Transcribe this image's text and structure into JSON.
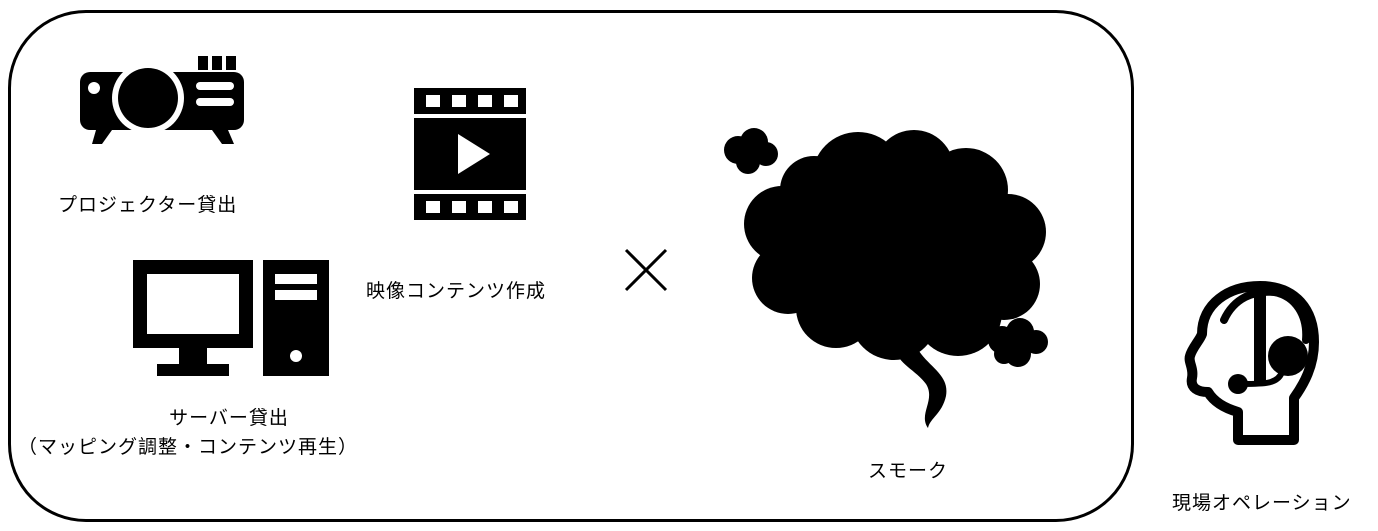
{
  "projector": {
    "icon": "projector-icon",
    "label": "プロジェクター貸出"
  },
  "video": {
    "icon": "film-play-icon",
    "label": "映像コンテンツ作成"
  },
  "server": {
    "icon": "desktop-computer-icon",
    "label_line1": "サーバー貸出",
    "label_line2": "（マッピング調整・コンテンツ再生）"
  },
  "operator": {
    "icon": "times-icon"
  },
  "smoke": {
    "icon": "smoke-cloud-icon",
    "label": "スモーク"
  },
  "operation": {
    "icon": "headset-operator-icon",
    "label": "現場オペレーション"
  }
}
